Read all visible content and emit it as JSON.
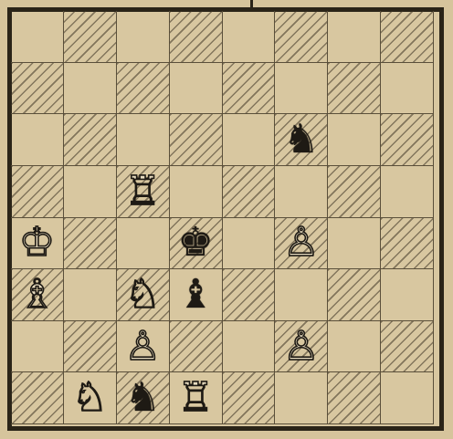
{
  "board": {
    "ranks": [
      [
        "",
        "",
        "",
        "",
        "",
        "",
        "",
        ""
      ],
      [
        "",
        "",
        "",
        "",
        "",
        "",
        "",
        ""
      ],
      [
        "",
        "",
        "",
        "",
        "",
        "bN",
        "",
        ""
      ],
      [
        "",
        "",
        "wR",
        "",
        "",
        "",
        "",
        ""
      ],
      [
        "wK",
        "",
        "",
        "bK",
        "",
        "wP",
        "",
        ""
      ],
      [
        "wB",
        "",
        "wN",
        "bB",
        "",
        "",
        "",
        ""
      ],
      [
        "",
        "",
        "wP",
        "",
        "",
        "wP",
        "",
        ""
      ],
      [
        "",
        "wN",
        "bN",
        "wR",
        "",
        "",
        "",
        ""
      ]
    ],
    "glyphs": {
      "wK": "♔",
      "wQ": "♕",
      "wR": "♖",
      "wB": "♗",
      "wN": "♘",
      "wP": "♙",
      "bK": "♚",
      "bQ": "♛",
      "bR": "♜",
      "bB": "♝",
      "bN": "♞",
      "bP": "♟"
    },
    "piece_names": {
      "wK": "white-king",
      "wQ": "white-queen",
      "wR": "white-rook",
      "wB": "white-bishop",
      "wN": "white-knight",
      "wP": "white-pawn",
      "bK": "black-king",
      "bQ": "black-queen",
      "bR": "black-rook",
      "bB": "black-bishop",
      "bN": "black-knight",
      "bP": "black-pawn"
    },
    "colors": {
      "light_square": "#d8c7a0",
      "dark_hatch": "#3c3223",
      "ink": "#1e1a14"
    }
  }
}
